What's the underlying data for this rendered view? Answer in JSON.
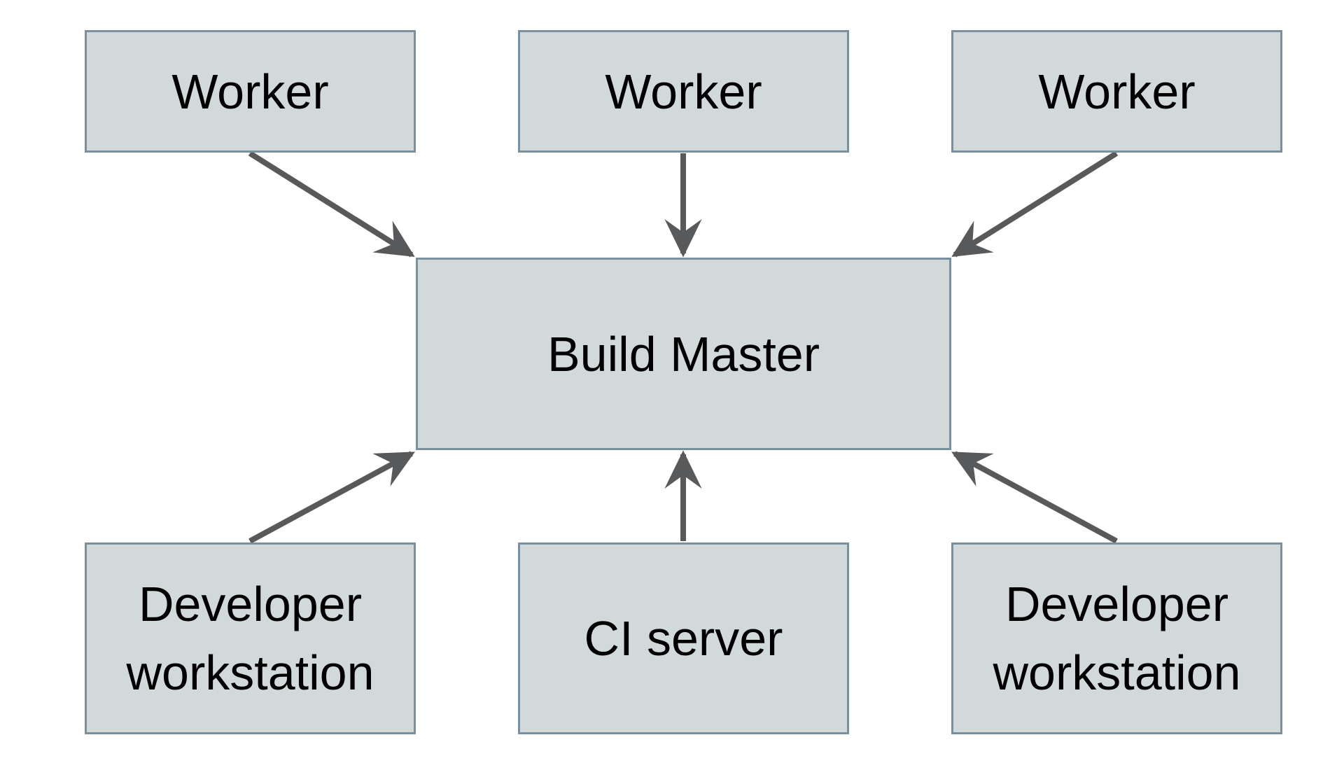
{
  "diagram": {
    "type": "architecture-diagram",
    "nodes": {
      "worker_top_left": {
        "label": "Worker"
      },
      "worker_top_center": {
        "label": "Worker"
      },
      "worker_top_right": {
        "label": "Worker"
      },
      "build_master": {
        "label": "Build Master"
      },
      "developer_workstation_left": {
        "label": "Developer workstation"
      },
      "ci_server": {
        "label": "CI server"
      },
      "developer_workstation_right": {
        "label": "Developer workstation"
      }
    },
    "connections": [
      {
        "from": "worker_top_left",
        "to": "build_master"
      },
      {
        "from": "worker_top_center",
        "to": "build_master"
      },
      {
        "from": "worker_top_right",
        "to": "build_master"
      },
      {
        "from": "developer_workstation_left",
        "to": "build_master"
      },
      {
        "from": "ci_server",
        "to": "build_master"
      },
      {
        "from": "developer_workstation_right",
        "to": "build_master"
      }
    ],
    "colors": {
      "background": "#ffffff",
      "node_fill": "#d1d9db",
      "node_border": "#7b909e",
      "arrow": "#58595b",
      "label_text": "#000000"
    }
  }
}
